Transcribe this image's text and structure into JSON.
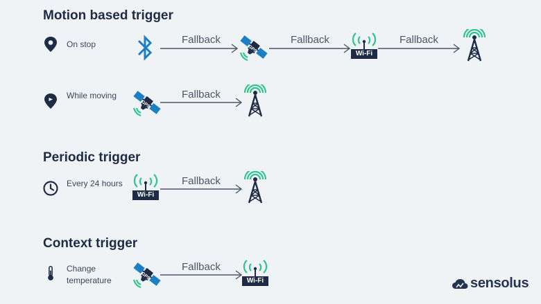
{
  "sections": {
    "motion": {
      "title": "Motion based trigger",
      "rows": [
        {
          "label": "On stop",
          "fallbacks": [
            "Fallback",
            "Fallback",
            "Fallback"
          ],
          "chain": [
            "bluetooth-icon",
            "gps-satellite-icon",
            "wifi-router-icon",
            "cell-tower-icon"
          ]
        },
        {
          "label": "While moving",
          "fallbacks": [
            "Fallback"
          ],
          "chain": [
            "gps-satellite-icon",
            "cell-tower-icon"
          ]
        }
      ]
    },
    "periodic": {
      "title": "Periodic trigger",
      "rows": [
        {
          "label": "Every 24 hours",
          "fallbacks": [
            "Fallback"
          ],
          "chain": [
            "wifi-router-icon",
            "cell-tower-icon"
          ]
        }
      ]
    },
    "context": {
      "title": "Context trigger",
      "rows": [
        {
          "label": "Change temperature",
          "fallbacks": [
            "Fallback"
          ],
          "chain": [
            "gps-satellite-icon",
            "wifi-router-icon"
          ]
        }
      ]
    }
  },
  "icon_text": {
    "wifi": "Wi-Fi",
    "gps": "GPS"
  },
  "brand": {
    "name": "sensolus"
  },
  "colors": {
    "navy": "#1e2b44",
    "blue": "#1a7fc4",
    "green": "#2fc48d",
    "background": "#f0f3f5"
  }
}
